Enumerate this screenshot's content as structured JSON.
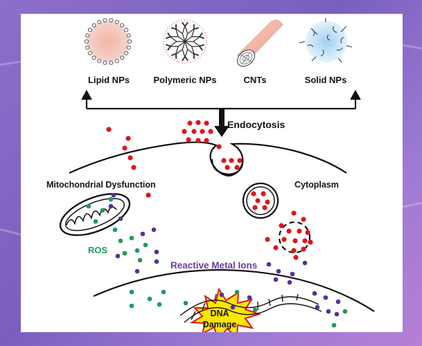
{
  "nanoparticles": [
    {
      "label": "Lipid NPs",
      "icon": "lipid-nanoparticle-icon"
    },
    {
      "label": "Polymeric NPs",
      "icon": "polymeric-nanoparticle-icon"
    },
    {
      "label": "CNTs",
      "icon": "carbon-nanotube-icon"
    },
    {
      "label": "Solid NPs",
      "icon": "solid-nanoparticle-icon"
    }
  ],
  "labels": {
    "endocytosis": "Endocytosis",
    "mitochondrial_dysfunction": "Mitochondrial Dysfunction",
    "cytoplasm": "Cytoplasm",
    "ros": "ROS",
    "reactive_metal_ions": "Reactive Metal Ions",
    "dna_damage_line1": "DNA",
    "dna_damage_line2": "Damage"
  },
  "colors": {
    "background": "#8c6fc9",
    "np_red": "#e0141b",
    "ros_green": "#1e9a5a",
    "ion_purple": "#5b2e9a",
    "starburst": "#ffe600",
    "starburst_outline": "#e0141b"
  }
}
